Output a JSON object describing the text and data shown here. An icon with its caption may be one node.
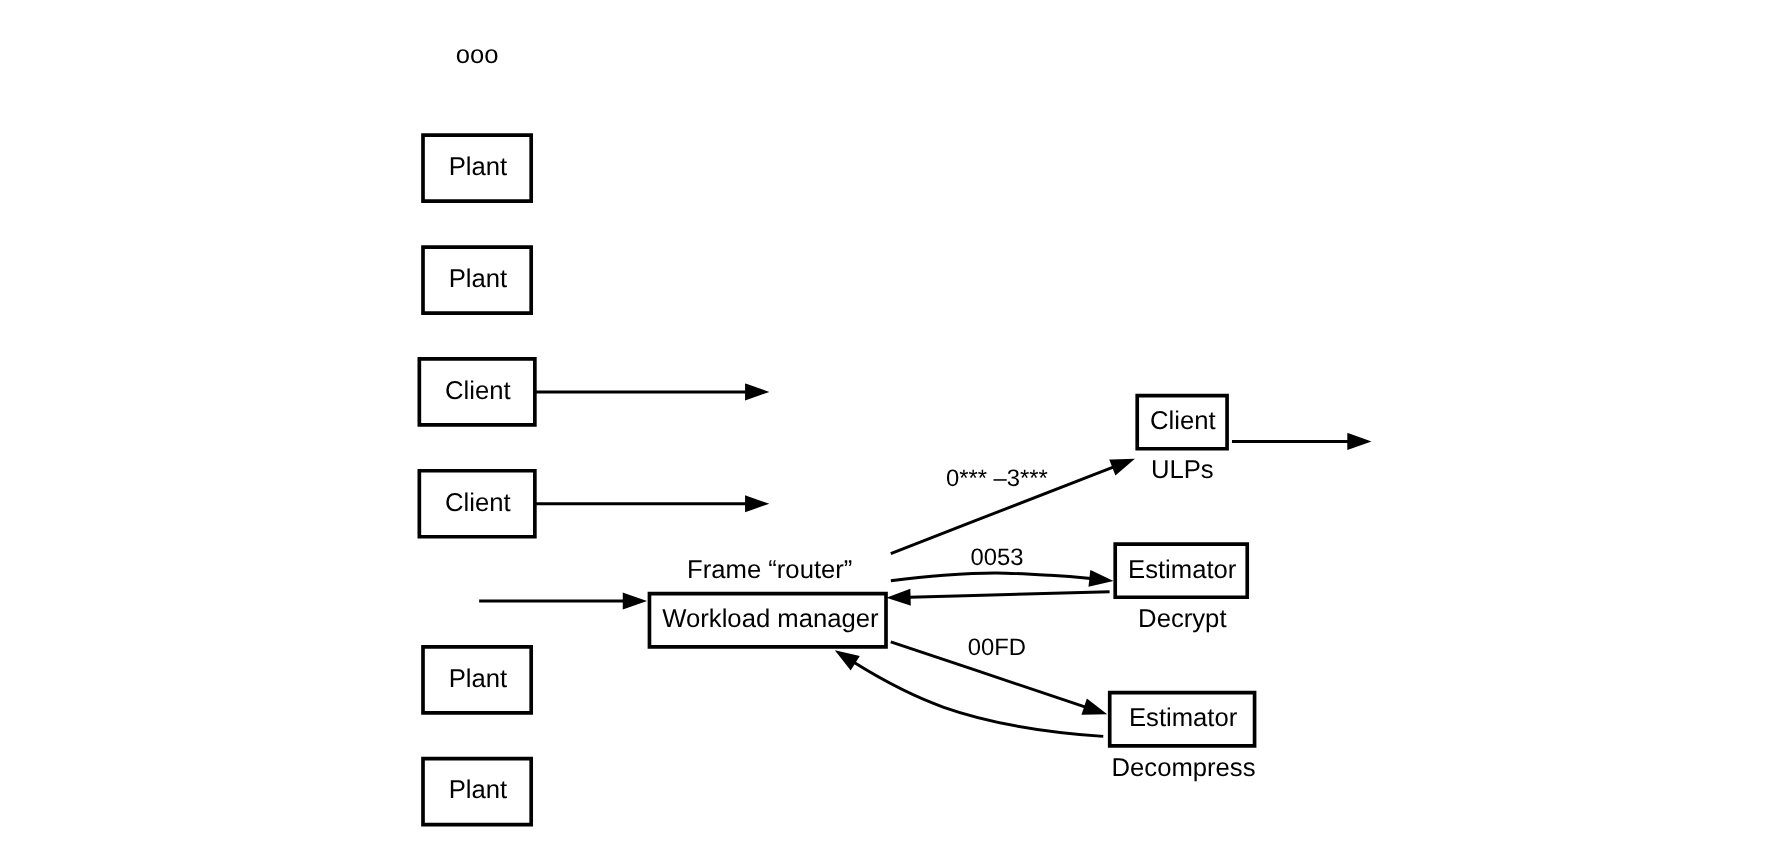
{
  "diagram": {
    "nodes": [
      {
        "text": [
          "Plant"
        ]
      },
      {
        "text": [
          "Plant"
        ]
      },
      {
        "text": [
          "Workload manager"
        ],
        "beside": [
          "Frame “router”"
        ]
      },
      {
        "text": [
          "Client"
        ]
      },
      {
        "text": [
          "Client"
        ]
      },
      {
        "text": [
          "Client"
        ],
        "beside": [
          "ULPs"
        ]
      },
      {
        "text": [
          "Estimator"
        ],
        "beside": [
          "Decrypt"
        ]
      },
      {
        "text": [
          "Estimator"
        ],
        "beside": [
          "Decompress"
        ]
      },
      {
        "text": [
          "Plant"
        ]
      },
      {
        "text": [
          "Plant"
        ]
      }
    ],
    "edges": [
      {
        "from": null,
        "to": 2,
        "arrow": "to"
      },
      {
        "from": 6,
        "to": 2,
        "arrow": "to"
      },
      {
        "from": 7,
        "to": 2,
        "arrow": "to"
      },
      {
        "from": 2,
        "to": 5,
        "arrow": "to",
        "label": "0*** –3***"
      },
      {
        "from": 2,
        "to": 6,
        "arrow": "to",
        "label": "0053"
      },
      {
        "from": 2,
        "to": 7,
        "arrow": "to",
        "label": "00FD"
      },
      {
        "from": 3,
        "to": null,
        "arrow": "to"
      },
      {
        "from": 4,
        "to": null,
        "arrow": "to"
      },
      {
        "from": 5,
        "to": null,
        "arrow": "to"
      }
    ],
    "labels": [
      "ooo"
    ]
  }
}
